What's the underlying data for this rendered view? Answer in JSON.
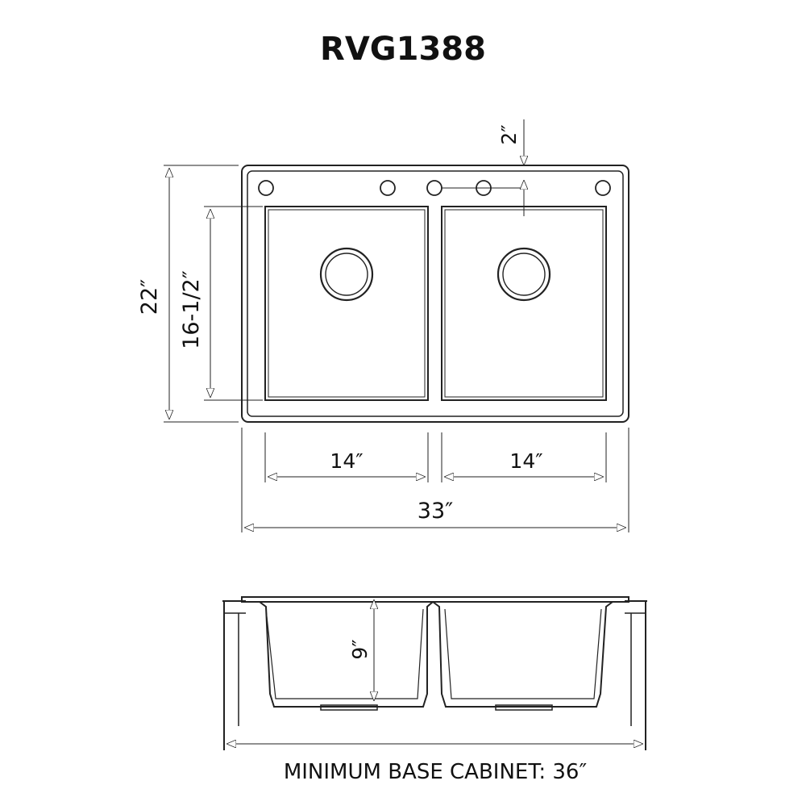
{
  "title": "RVG1388",
  "top_view": {
    "overall_width": "33″",
    "overall_depth": "22″",
    "bowl_depth": "16-1/2″",
    "left_bowl_width": "14″",
    "right_bowl_width": "14″",
    "deck_offset": "2″"
  },
  "side_view": {
    "bowl_height": "9″",
    "caption": "MINIMUM BASE CABINET: 36″"
  }
}
